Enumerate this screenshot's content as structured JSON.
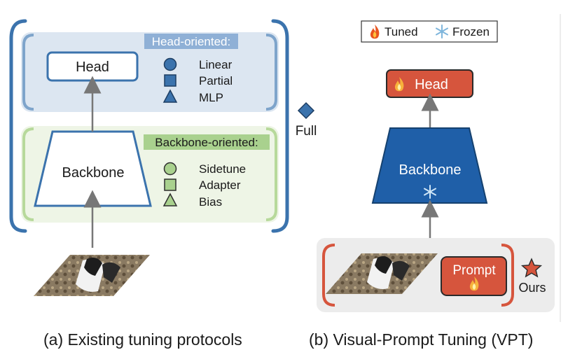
{
  "panel_a": {
    "head_section": {
      "title": "Head-oriented:",
      "head_box": "Head",
      "methods": [
        {
          "label": "Linear",
          "shape": "circle"
        },
        {
          "label": "Partial",
          "shape": "square"
        },
        {
          "label": "MLP",
          "shape": "triangle"
        }
      ]
    },
    "backbone_section": {
      "title": "Backbone-oriented:",
      "backbone_box": "Backbone",
      "methods": [
        {
          "label": "Sidetune",
          "shape": "circle"
        },
        {
          "label": "Adapter",
          "shape": "square"
        },
        {
          "label": "Bias",
          "shape": "triangle"
        }
      ]
    },
    "full_label": "Full",
    "caption": "(a)  Existing tuning protocols"
  },
  "panel_b": {
    "legend": {
      "tuned": "Tuned",
      "frozen": "Frozen"
    },
    "head_box": "Head",
    "backbone_box": "Backbone",
    "prompt_box": "Prompt",
    "ours_label": "Ours",
    "caption": "(b) Visual-Prompt Tuning (VPT)"
  },
  "colors": {
    "blue_accent": "#3b73ad",
    "head_bg": "#dce6f1",
    "green_accent": "#a9d18e",
    "green_bg": "#eef5e6",
    "vpt_blue": "#1f5fa8",
    "vpt_red": "#d6553d",
    "grey_panel": "#ececec"
  },
  "icons": {
    "tuned": "fire-icon",
    "frozen": "snowflake-icon",
    "ours": "star-icon",
    "full": "diamond-icon"
  }
}
